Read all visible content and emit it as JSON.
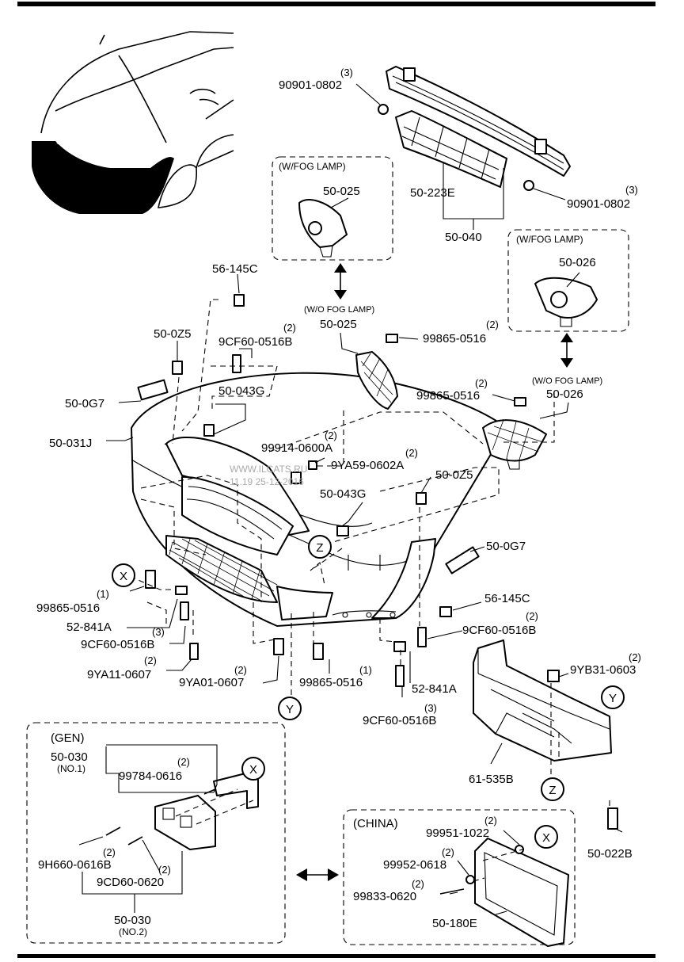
{
  "title": "",
  "boxes": {
    "fog_l": "(W/FOG LAMP)",
    "fog_r": "(W/FOG LAMP)",
    "gen": "(GEN)",
    "china": "(CHINA)"
  },
  "notes": {
    "wo_fog_l": "(W/O FOG LAMP)",
    "wo_fog_r": "(W/O FOG LAMP)",
    "no1": "(NO.1)",
    "no2": "(NO.2)"
  },
  "markers": {
    "x": "X",
    "y": "Y",
    "z": "Z"
  },
  "watermark": {
    "line1": "WWW.ILCATS.RU",
    "line2": "11.19 25-12-2016"
  },
  "labels": {
    "p90901_top": "90901-0802",
    "p90901_top_q": "(3)",
    "p90901_bot": "90901-0802",
    "p90901_bot_q": "(3)",
    "p50223e": "50-223E",
    "p50040": "50-040",
    "p50025_box": "50-025",
    "p50026_box": "50-026",
    "p56145c_l": "56-145C",
    "p50025": "50-025",
    "p99865_a": "99865-0516",
    "p99865_a_q": "(2)",
    "p50z5_l": "50-0Z5",
    "p9cf60_a": "9CF60-0516B",
    "p9cf60_a_q": "(2)",
    "p50043g_l": "50-043G",
    "p50g7_l": "50-0G7",
    "p50031j": "50-031J",
    "p99865_b": "99865-0516",
    "p99865_b_q": "(2)",
    "p50026": "50-026",
    "p99914": "99914-0600A",
    "p99914_q": "(2)",
    "p9ya59": "9YA59-0602A",
    "p9ya59_q": "(2)",
    "p50043g_r": "50-043G",
    "p50z5_r": "50-0Z5",
    "p50g7_r": "50-0G7",
    "p56145c_r": "56-145C",
    "p99865_c": "99865-0516",
    "p99865_c_q": "(1)",
    "p52841a_l": "52-841A",
    "p9cf60_b": "9CF60-0516B",
    "p9cf60_b_q": "(3)",
    "p9ya11": "9YA11-0607",
    "p9ya11_q": "(2)",
    "p9ya01": "9YA01-0607",
    "p9ya01_q": "(2)",
    "p99865_d": "99865-0516",
    "p99865_d_q": "(1)",
    "p9cf60_c": "9CF60-0516B",
    "p9cf60_c_q": "(2)",
    "p52841a_r": "52-841A",
    "p9cf60_d": "9CF60-0516B",
    "p9cf60_d_q": "(3)",
    "p9yb31": "9YB31-0603",
    "p9yb31_q": "(2)",
    "p61535b": "61-535B",
    "p50022b": "50-022B",
    "p50030_1": "50-030",
    "p99784": "99784-0616",
    "p99784_q": "(2)",
    "p9h660": "9H660-0616B",
    "p9h660_q": "(2)",
    "p9cd60": "9CD60-0620",
    "p9cd60_q": "(2)",
    "p50030_2": "50-030",
    "p99951": "99951-1022",
    "p99951_q": "(2)",
    "p99952": "99952-0618",
    "p99952_q": "(2)",
    "p99833": "99833-0620",
    "p99833_q": "(2)",
    "p50180e": "50-180E"
  }
}
